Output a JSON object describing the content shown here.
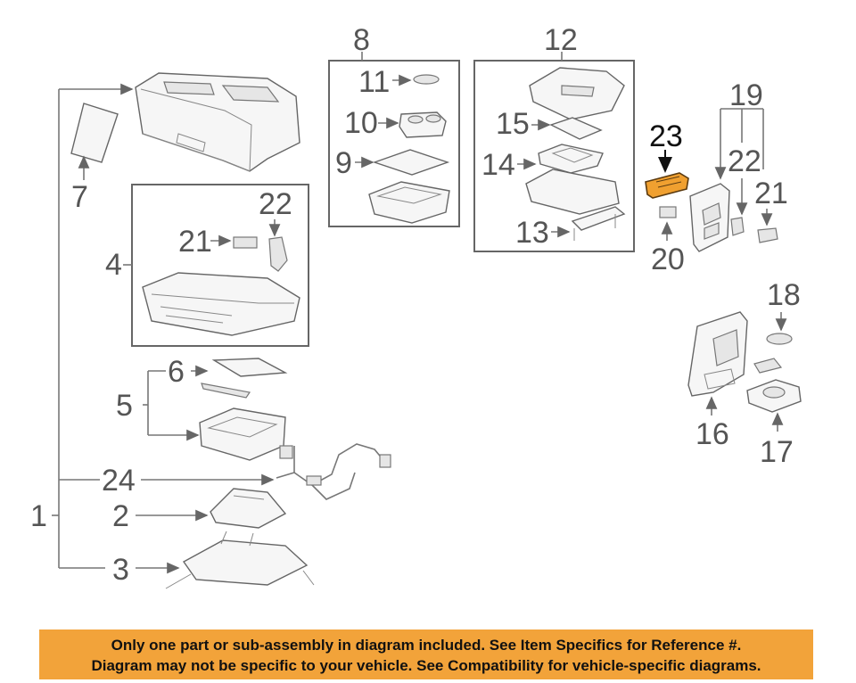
{
  "callouts": {
    "c1": "1",
    "c2": "2",
    "c3": "3",
    "c4": "4",
    "c5": "5",
    "c6": "6",
    "c7": "7",
    "c8": "8",
    "c9": "9",
    "c10": "10",
    "c11": "11",
    "c12": "12",
    "c13": "13",
    "c14": "14",
    "c15": "15",
    "c16": "16",
    "c17": "17",
    "c18": "18",
    "c19": "19",
    "c20": "20",
    "c21a": "21",
    "c21b": "21",
    "c22a": "22",
    "c22b": "22",
    "c23": "23",
    "c24": "24"
  },
  "highlight_color": "#f0a030",
  "disclaimer": {
    "line1": "Only one part or sub-assembly in diagram included. See Item Specifics for Reference #.",
    "line2": "Diagram may not be specific to your vehicle. See Compatibility for vehicle-specific diagrams."
  }
}
